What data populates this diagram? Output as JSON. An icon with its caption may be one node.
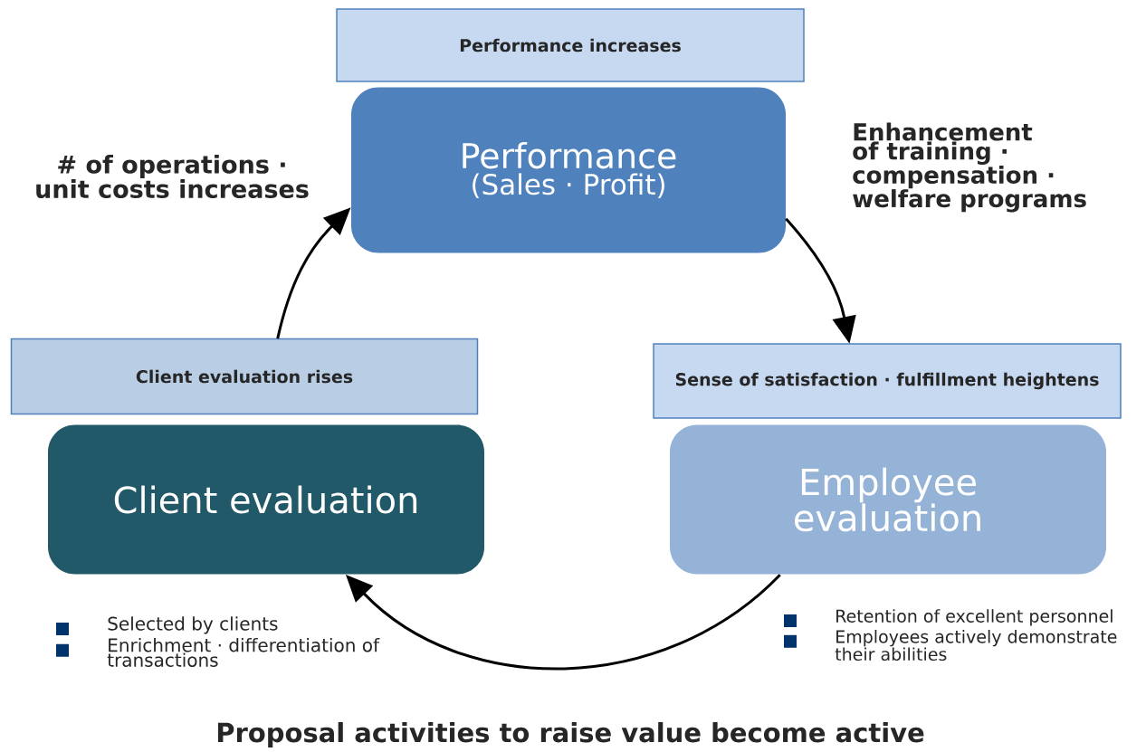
{
  "diagram": {
    "nodes": [
      {
        "text": [
          "Performance increases"
        ]
      },
      {
        "text": [
          "Performance",
          "(Sales · Profit)"
        ]
      },
      {
        "text": [
          "Sense of satisfaction · fulfillment heightens"
        ]
      },
      {
        "text": [
          "Employee evaluation"
        ],
        "beside": [
          "Retention of excellent personnel",
          "Employees actively demonstrate their abilities"
        ]
      },
      {
        "text": [
          "Client evaluation rises"
        ]
      },
      {
        "text": [
          "Client evaluation"
        ],
        "beside": [
          "Selected by clients",
          "Enrichment · differentiation of transactions"
        ]
      }
    ],
    "edges": [
      {
        "from": 1,
        "to": 2,
        "arrow": "to",
        "label": "Enhancement of training · compensation · welfare programs"
      },
      {
        "from": 3,
        "to": 5,
        "arrow": "to",
        "label": "Proposal activities to raise value become active"
      },
      {
        "from": 4,
        "to": 1,
        "arrow": "to",
        "label": "# of operations · unit costs increases"
      }
    ]
  }
}
